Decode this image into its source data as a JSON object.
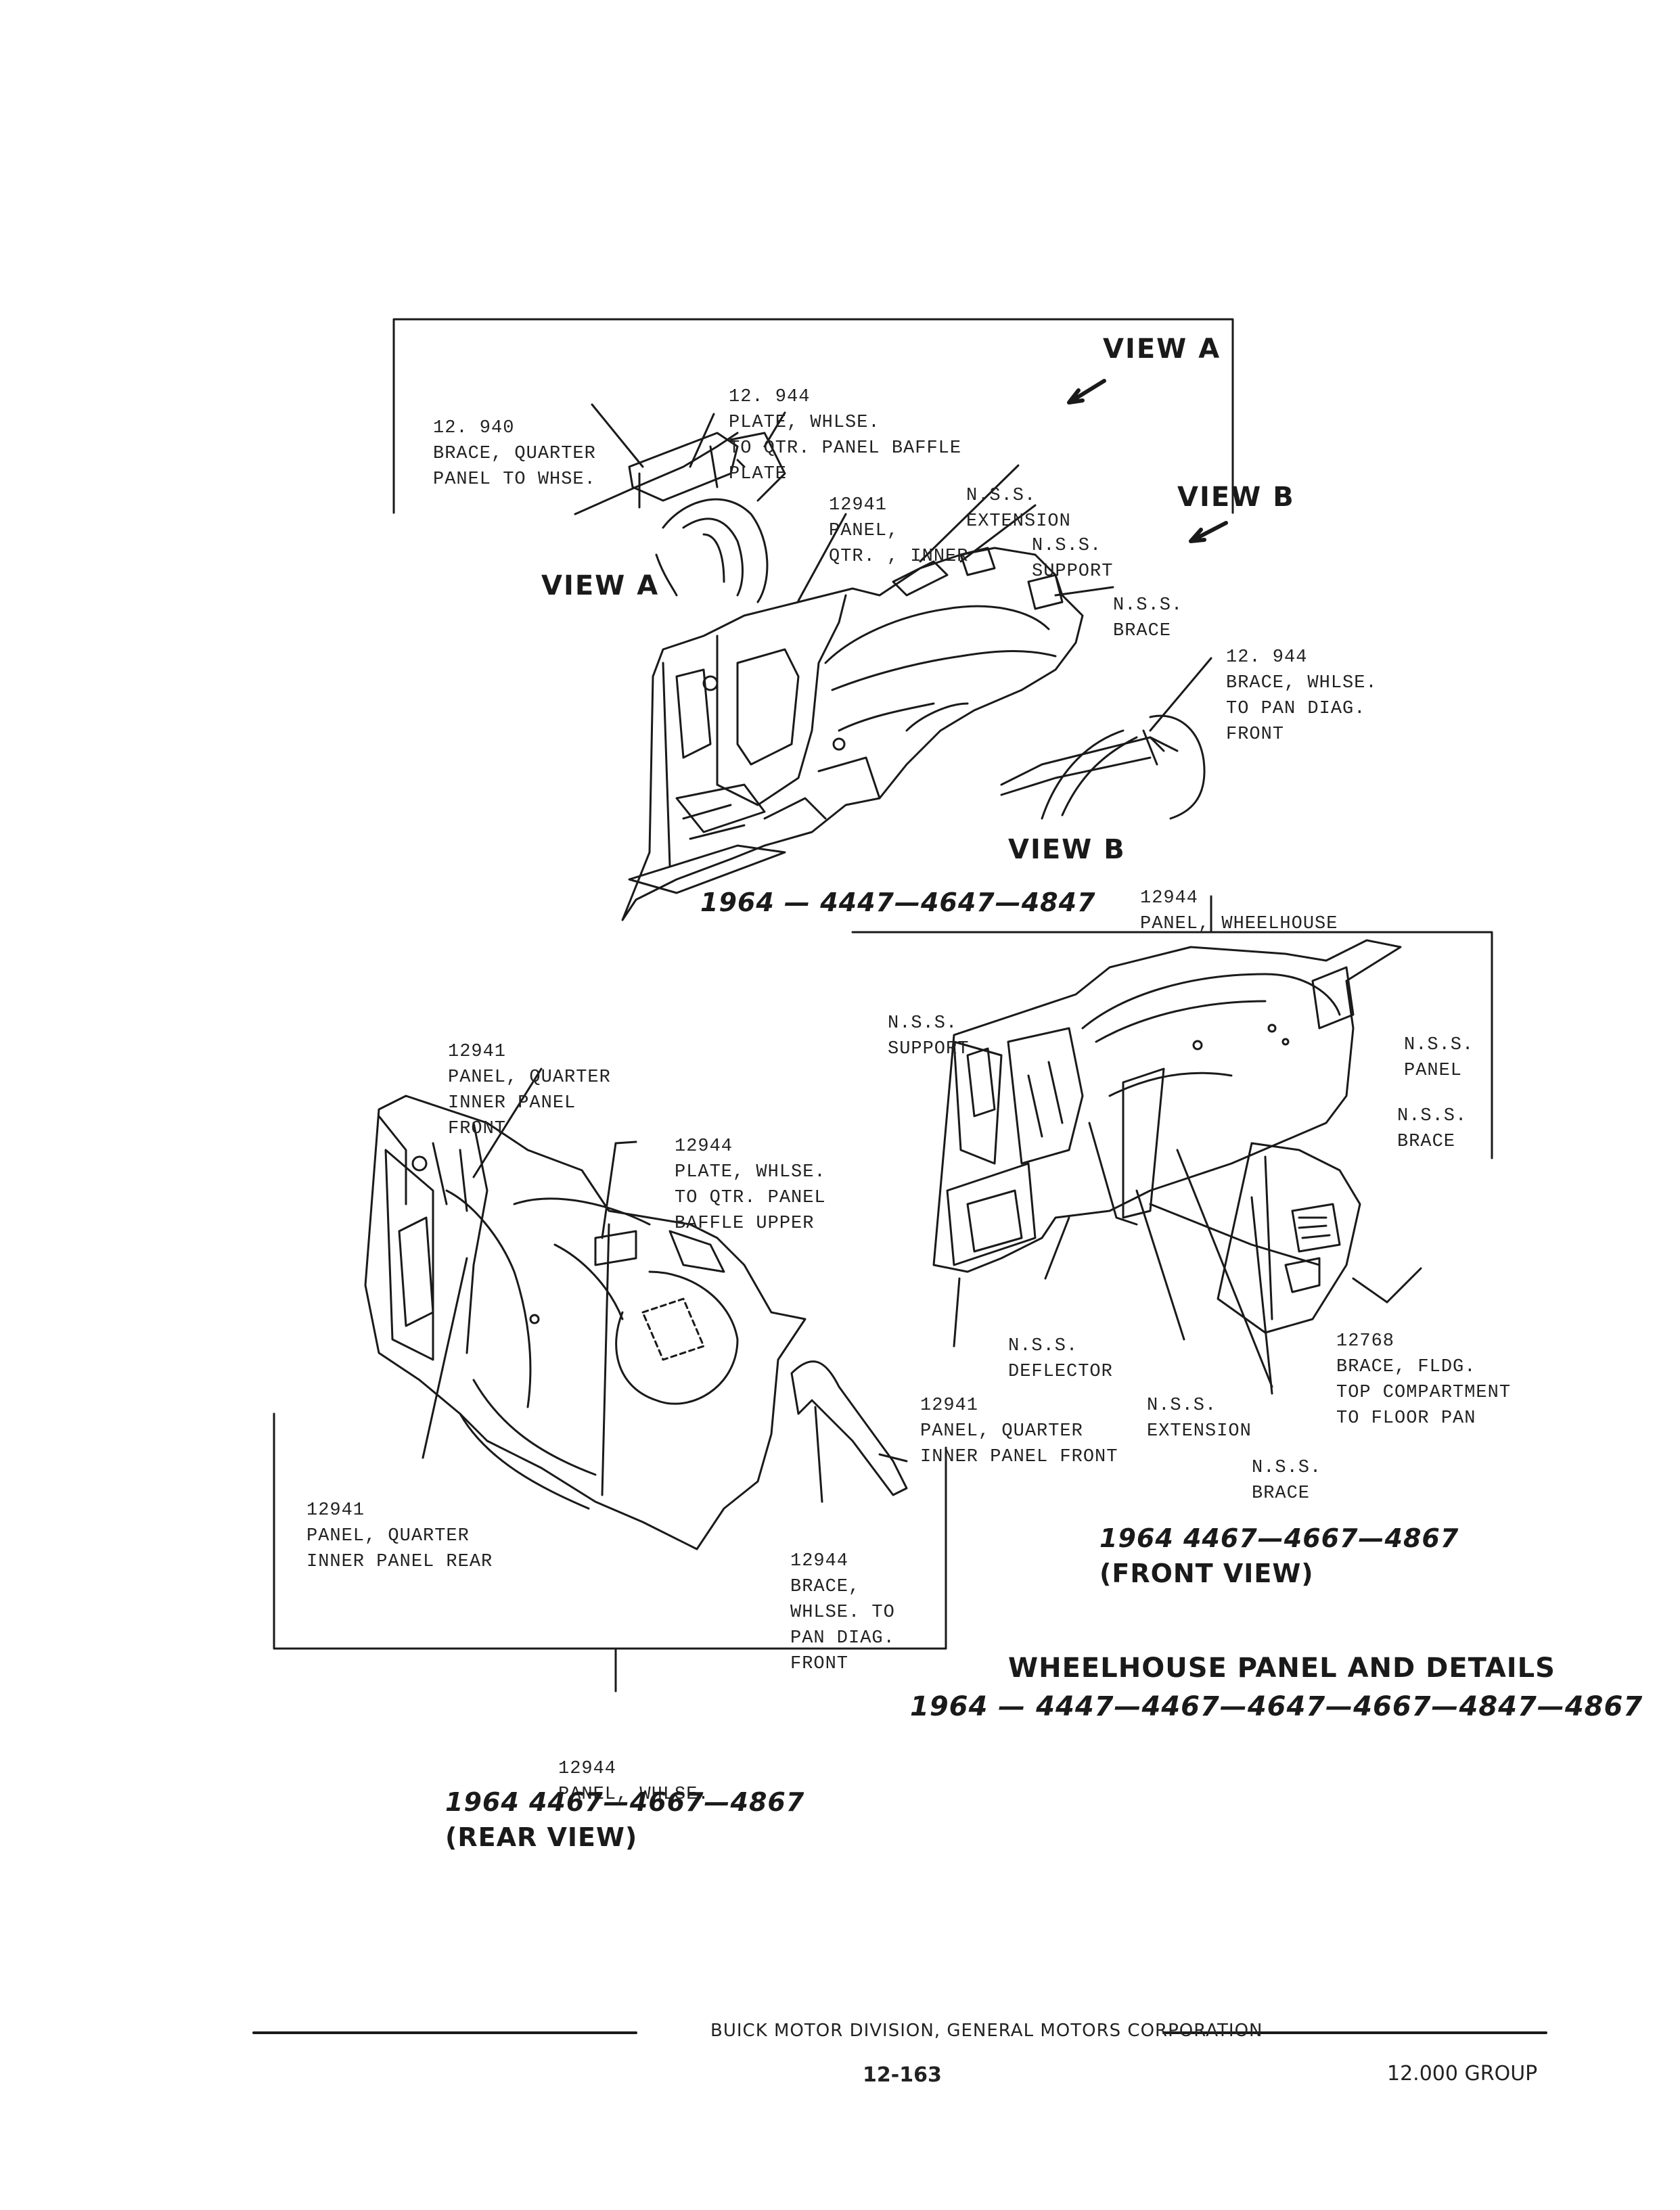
{
  "view_a_tag": "VIEW A",
  "view_a_tag_2": "VIEW A",
  "view_b_tag": "VIEW B",
  "view_b_tag_2": "VIEW B",
  "labels": {
    "brace_qtr": [
      "12. 940",
      "BRACE, QUARTER",
      "PANEL TO WHSE."
    ],
    "plate_whlse": [
      "12. 944",
      "PLATE, WHLSE.",
      "TO QTR. PANEL BAFFLE",
      "PLATE"
    ],
    "nss_extension_top": [
      "N.S.S.",
      "EXTENSION"
    ],
    "panel_qtr_inner": [
      "12941",
      "PANEL,",
      "QTR. , INNER"
    ],
    "nss_support_top": [
      "N.S.S.",
      "SUPPORT"
    ],
    "nss_brace_top": [
      "N.S.S.",
      "BRACE"
    ],
    "brace_whlse_pan": [
      "12. 944",
      "BRACE, WHLSE.",
      "TO PAN DIAG.",
      "FRONT"
    ],
    "panel_wheelhouse": [
      "12944",
      "PANEL, WHEELHOUSE"
    ],
    "nss_support_front": [
      "N.S.S.",
      "SUPPORT"
    ],
    "nss_panel_front": [
      "N.S.S.",
      "PANEL"
    ],
    "nss_brace_front_right": [
      "N.S.S.",
      "BRACE"
    ],
    "panel_qtr_inner_front_rear": [
      "12941",
      "PANEL, QUARTER",
      "INNER PANEL",
      "FRONT"
    ],
    "plate_whlse_upper": [
      "12944",
      "PLATE, WHLSE.",
      "TO QTR. PANEL",
      "BAFFLE UPPER"
    ],
    "nss_deflector": [
      "N.S.S.",
      "DEFLECTOR"
    ],
    "panel_qtr_inner_front_front": [
      "12941",
      "PANEL, QUARTER",
      "INNER PANEL FRONT"
    ],
    "nss_extension_front": [
      "N.S.S.",
      "EXTENSION"
    ],
    "brace_fldg": [
      "12768",
      "BRACE, FLDG.",
      "TOP COMPARTMENT",
      "TO FLOOR PAN"
    ],
    "nss_brace_front_bottom": [
      "N.S.S.",
      "BRACE"
    ],
    "panel_qtr_inner_rear": [
      "12941",
      "PANEL, QUARTER",
      "INNER PANEL REAR"
    ],
    "brace_whlse_pan_rear": [
      "12944",
      "BRACE,",
      "WHLSE. TO",
      "PAN DIAG.",
      "FRONT"
    ],
    "panel_whlse_bottom": [
      "12944",
      "PANEL, WHLSE."
    ]
  },
  "model_top": "1964 — 4447—4647—4847",
  "model_front": [
    "1964  4467—4667—4867",
    "(FRONT VIEW)"
  ],
  "model_rear": [
    "1964  4467—4667—4867",
    "(REAR VIEW)"
  ],
  "title": [
    "WHEELHOUSE PANEL AND DETAILS",
    "1964 — 4447—4467—4647—4667—4847—4867"
  ],
  "footer": {
    "division": "BUICK MOTOR DIVISION, GENERAL MOTORS CORPORATION",
    "page": "12-163",
    "group": "12.000 GROUP"
  }
}
